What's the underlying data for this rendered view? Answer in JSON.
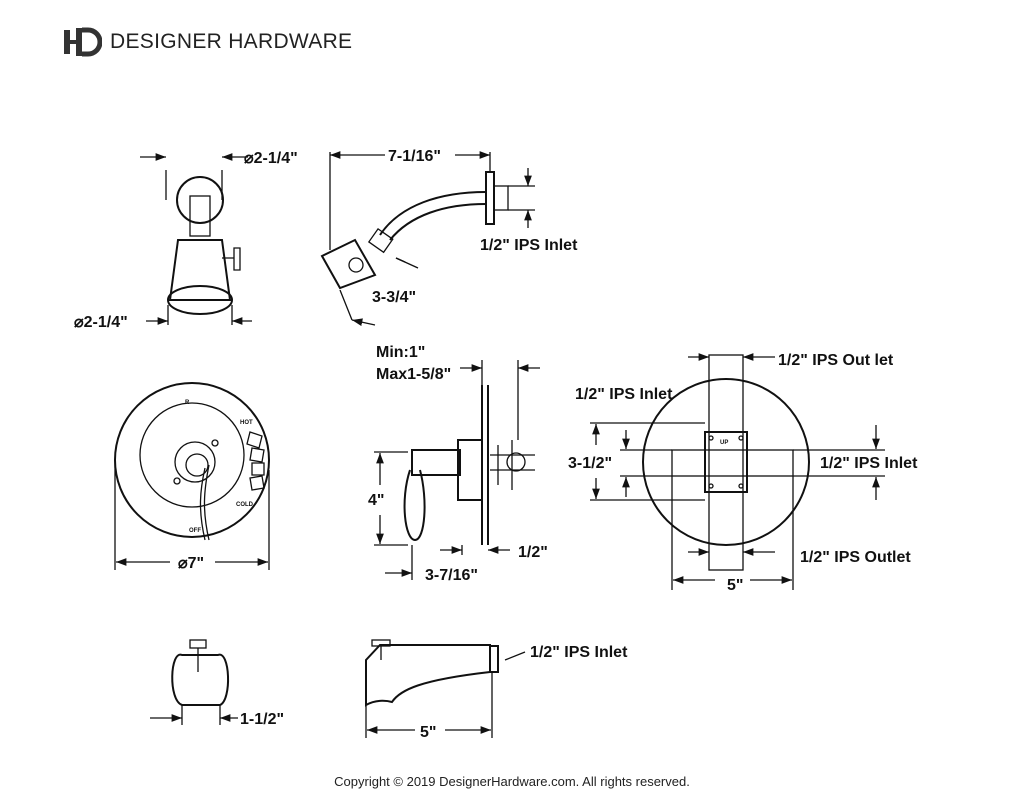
{
  "header": {
    "brand_name": "DESIGNER HARDWARE",
    "logo_monogram": "HD"
  },
  "showerhead_front": {
    "top_dim": "⌀2-1/4\"",
    "bottom_dim": "⌀2-1/4\""
  },
  "showerhead_side": {
    "arm_length": "7-1/16\"",
    "inlet": "1/2\" IPS Inlet",
    "drop": "3-3/4\""
  },
  "valve_side": {
    "wall_min": "Min:1\"",
    "wall_max": "Max1-5/8\"",
    "height": "4\"",
    "depth": "3-7/16\"",
    "stub": "1/2\""
  },
  "valve_front": {
    "diameter": "⌀7\"",
    "hot": "HOT",
    "cold": "COLD",
    "off": "OFF"
  },
  "rough_valve": {
    "outlet_top": "1/2\" IPS Out let",
    "inlet_left": "1/2\" IPS Inlet",
    "height": "3-1/2\"",
    "inlet_right": "1/2\" IPS Inlet",
    "outlet_bottom": "1/2\" IPS Outlet",
    "width": "5\"",
    "up_mark": "UP"
  },
  "tub_spout": {
    "inlet": "1/2\" IPS Inlet",
    "length": "5\"",
    "front_dim": "1-1/2\""
  },
  "footer": {
    "copyright": "Copyright © 2019 DesignerHardware.com. All rights reserved."
  }
}
